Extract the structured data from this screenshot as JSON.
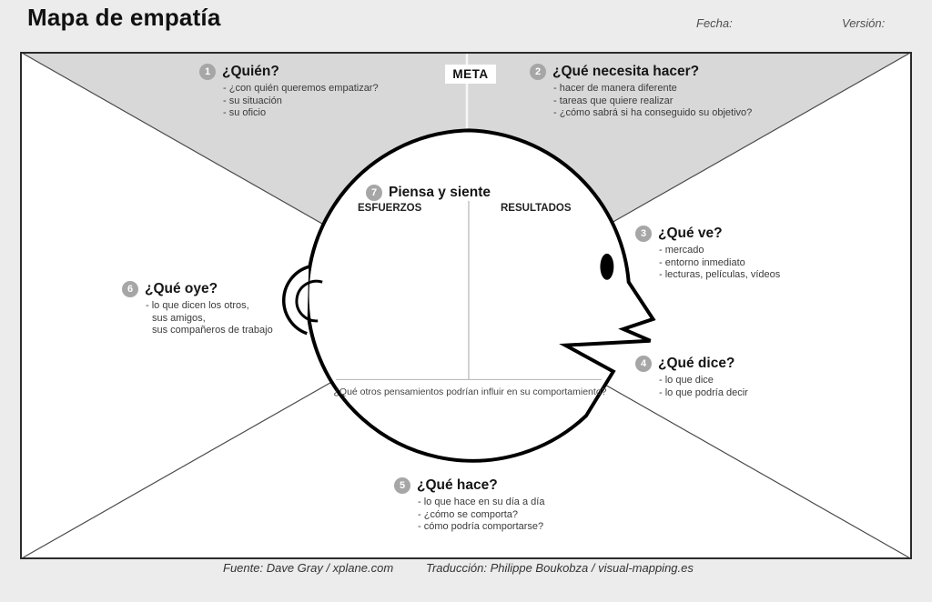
{
  "header": {
    "title": "Mapa de empatía",
    "fecha_label": "Fecha:",
    "version_label": "Versión:"
  },
  "meta_label": "META",
  "sections": [
    {
      "number": "1",
      "title": "¿Quién?",
      "bullets": [
        "- ¿con quién queremos empatizar?",
        "- su situación",
        "- su oficio"
      ]
    },
    {
      "number": "2",
      "title": "¿Qué necesita hacer?",
      "bullets": [
        "- hacer de manera diferente",
        "- tareas que quiere realizar",
        "- ¿cómo sabrá si ha conseguido su objetivo?"
      ]
    },
    {
      "number": "3",
      "title": "¿Qué ve?",
      "bullets": [
        "- mercado",
        "- entorno inmediato",
        "- lecturas, películas, vídeos"
      ]
    },
    {
      "number": "4",
      "title": "¿Qué dice?",
      "bullets": [
        "- lo que dice",
        "- lo que podría decir"
      ]
    },
    {
      "number": "5",
      "title": "¿Qué hace?",
      "bullets": [
        "- lo que hace en su día a día",
        "- ¿cómo se comporta?",
        "- cómo podría comportarse?"
      ]
    },
    {
      "number": "6",
      "title": "¿Qué oye?",
      "bullets": [
        "- lo que dicen los otros,",
        "sus amigos,",
        "sus compañeros de trabajo"
      ]
    },
    {
      "number": "7",
      "title": "Piensa y siente",
      "left_label": "ESFUERZOS",
      "right_label": "RESULTADOS",
      "footnote": "¿Qué otros pensamientos podrían influir en su comportamiento?"
    }
  ],
  "footer": {
    "source": "Fuente: Dave Gray / xplane.com",
    "translation": "Traducción: Philippe Boukobza / visual-mapping.es"
  },
  "colors": {
    "page_background": "#ececec",
    "board_background": "#ffffff",
    "goal_triangle": "#d8d8d8",
    "badge": "#a6a6a6",
    "outline": "#000000"
  }
}
